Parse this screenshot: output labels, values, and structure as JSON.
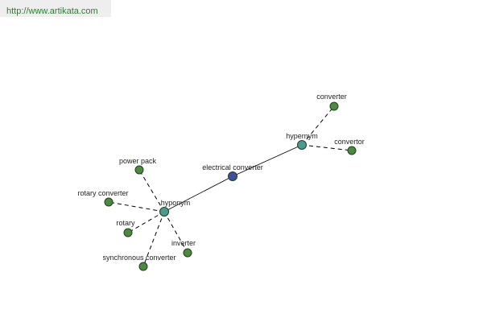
{
  "header": {
    "url_text": "http://www.artikata.com"
  },
  "colors": {
    "center_node": "#3f4fa0",
    "hub_node": "#4a9a90",
    "leaf_node": "#4d8a40"
  },
  "graph": {
    "nodes": [
      {
        "id": "center",
        "label": "electrical converter",
        "kind": "center"
      },
      {
        "id": "hyponym",
        "label": "hyponym",
        "kind": "hub"
      },
      {
        "id": "hypernym",
        "label": "hypernym",
        "kind": "hub"
      },
      {
        "id": "converter",
        "label": "converter",
        "kind": "leaf"
      },
      {
        "id": "convertor",
        "label": "convertor",
        "kind": "leaf"
      },
      {
        "id": "powerpack",
        "label": "power pack",
        "kind": "leaf"
      },
      {
        "id": "rotaryconverter",
        "label": "rotary converter",
        "kind": "leaf"
      },
      {
        "id": "rotary",
        "label": "rotary",
        "kind": "leaf"
      },
      {
        "id": "synchronous",
        "label": "synchronous converter",
        "kind": "leaf"
      },
      {
        "id": "inverter",
        "label": "inverter",
        "kind": "leaf"
      }
    ],
    "edges": [
      {
        "from": "hyponym",
        "to": "center",
        "style": "solid"
      },
      {
        "from": "center",
        "to": "hypernym",
        "style": "solid"
      },
      {
        "from": "hypernym",
        "to": "converter",
        "style": "dashed"
      },
      {
        "from": "hypernym",
        "to": "convertor",
        "style": "dashed"
      },
      {
        "from": "hyponym",
        "to": "powerpack",
        "style": "dashed"
      },
      {
        "from": "hyponym",
        "to": "rotaryconverter",
        "style": "dashed"
      },
      {
        "from": "hyponym",
        "to": "rotary",
        "style": "dashed"
      },
      {
        "from": "hyponym",
        "to": "synchronous",
        "style": "dashed"
      },
      {
        "from": "hyponym",
        "to": "inverter",
        "style": "dashed"
      }
    ]
  }
}
